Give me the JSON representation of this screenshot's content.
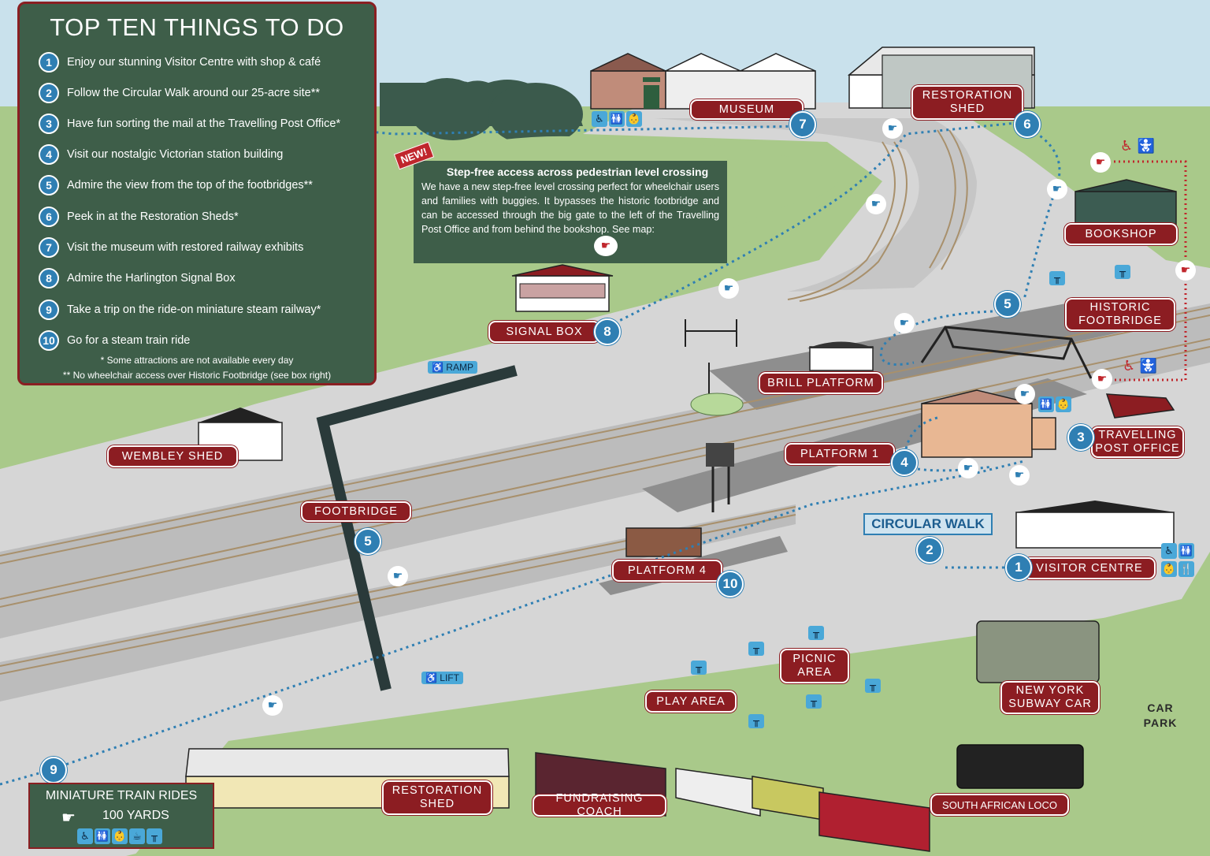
{
  "top_ten": {
    "title": "TOP TEN THINGS TO DO",
    "items": [
      {
        "num": "1",
        "text": "Enjoy our stunning Visitor Centre with shop & café"
      },
      {
        "num": "2",
        "text": "Follow the Circular Walk around our 25-acre site**"
      },
      {
        "num": "3",
        "text": "Have fun sorting the mail at the Travelling Post Office*"
      },
      {
        "num": "4",
        "text": "Visit our nostalgic Victorian station building"
      },
      {
        "num": "5",
        "text": "Admire the view from the top of the footbridges**"
      },
      {
        "num": "6",
        "text": "Peek in at the Restoration Sheds*"
      },
      {
        "num": "7",
        "text": "Visit the museum with restored railway exhibits"
      },
      {
        "num": "8",
        "text": "Admire the Harlington Signal Box"
      },
      {
        "num": "9",
        "text": "Take a trip on the ride-on miniature steam railway*"
      },
      {
        "num": "10",
        "text": "Go for a steam train ride"
      }
    ],
    "note1": "* Some attractions are not available every day",
    "note2": "** No wheelchair access over Historic Footbridge (see box right)"
  },
  "new_box": {
    "badge": "NEW!",
    "title": "Step-free access across pedestrian level crossing",
    "body": "We have a new step-free level crossing perfect for wheelchair users and families with buggies. It bypasses the historic footbridge and can be accessed through the big gate to the left of the Travelling Post Office and from behind the bookshop. See map:"
  },
  "labels": {
    "museum": "MUSEUM",
    "restoration_shed_top": "RESTORATION SHED",
    "bookshop": "BOOKSHOP",
    "historic_footbridge": "HISTORIC FOOTBRIDGE",
    "signal_box": "SIGNAL BOX",
    "brill_platform": "BRILL PLATFORM",
    "platform_1": "PLATFORM 1",
    "travelling_post_office": "TRAVELLING POST OFFICE",
    "wembley_shed": "WEMBLEY SHED",
    "footbridge": "FOOTBRIDGE",
    "platform_4": "PLATFORM 4",
    "circular_walk": "CIRCULAR WALK",
    "visitor_centre": "VISITOR CENTRE",
    "picnic_area": "PICNIC AREA",
    "play_area": "PLAY AREA",
    "new_york_subway_car": "NEW YORK SUBWAY CAR",
    "car_park": "CAR PARK",
    "restoration_shed_bottom": "RESTORATION SHED",
    "fundraising_coach": "FUNDRAISING COACH",
    "south_african_loco": "SOUTH AFRICAN LOCO",
    "miniature_train_rides": "MINIATURE TRAIN RIDES",
    "hundred_yards": "100 YARDS",
    "ramp": "RAMP",
    "lift": "LIFT",
    "museum_sign": "MUSEUM"
  },
  "markers": {
    "m1": "1",
    "m2": "2",
    "m3": "3",
    "m4": "4",
    "m5a": "5",
    "m5b": "5",
    "m6": "6",
    "m7": "7",
    "m8": "8",
    "m9": "9",
    "m10": "10"
  },
  "colors": {
    "label_red": "#8c1d22",
    "marker_blue": "#2f7fb3",
    "panel_green": "#3e5e49",
    "grass": "#a9c98a",
    "sky": "#c9e1ec",
    "path_grey": "#d9d9d9",
    "gravel": "#bdbdbd",
    "track": "#b59a78"
  },
  "icons": [
    "wheelchair-icon",
    "toilets-icon",
    "baby-change-icon",
    "cafe-icon",
    "picnic-table-icon",
    "pointing-hand-icon",
    "pushchair-icon"
  ]
}
